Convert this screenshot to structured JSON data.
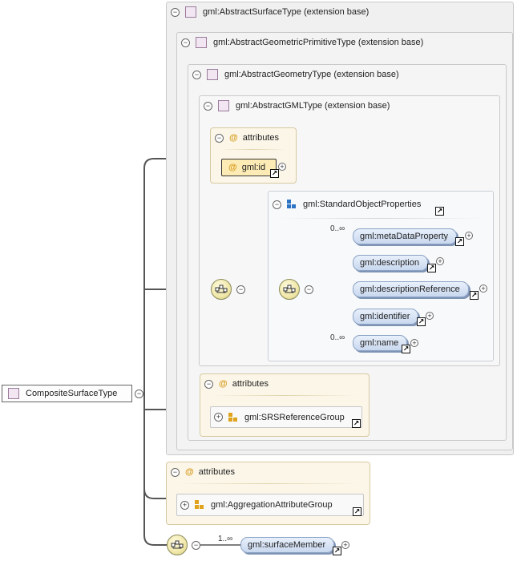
{
  "root": {
    "label": "CompositeSurfaceType"
  },
  "extensions": [
    {
      "label": "gml:AbstractSurfaceType (extension base)"
    },
    {
      "label": "gml:AbstractGeometricPrimitiveType (extension base)"
    },
    {
      "label": "gml:AbstractGeometryType (extension base)"
    },
    {
      "label": "gml:AbstractGMLType (extension base)"
    }
  ],
  "gml_attrs": {
    "header": "attributes",
    "id_label": "gml:id"
  },
  "standard_object": {
    "label": "gml:StandardObjectProperties",
    "elements": [
      {
        "label": "gml:metaDataProperty",
        "cardinality": "0..∞"
      },
      {
        "label": "gml:description",
        "cardinality": ""
      },
      {
        "label": "gml:descriptionReference",
        "cardinality": ""
      },
      {
        "label": "gml:identifier",
        "cardinality": ""
      },
      {
        "label": "gml:name",
        "cardinality": "0..∞"
      }
    ]
  },
  "srs_attrs": {
    "header": "attributes",
    "group_label": "gml:SRSReferenceGroup"
  },
  "agg_attrs": {
    "header": "attributes",
    "group_label": "gml:AggregationAttributeGroup"
  },
  "surface_member": {
    "label": "gml:surfaceMember",
    "cardinality": "1..∞"
  },
  "colors": {
    "ext_border": "#c9c9c9",
    "attr_fill": "#fbf6e8",
    "element_fill": "#c9d8ef",
    "connector": "#555555"
  },
  "icons": [
    "type-square-icon",
    "at-icon",
    "group-icon",
    "sequence-icon",
    "link-arrow-icon",
    "collapse-icon",
    "expand-icon"
  ]
}
